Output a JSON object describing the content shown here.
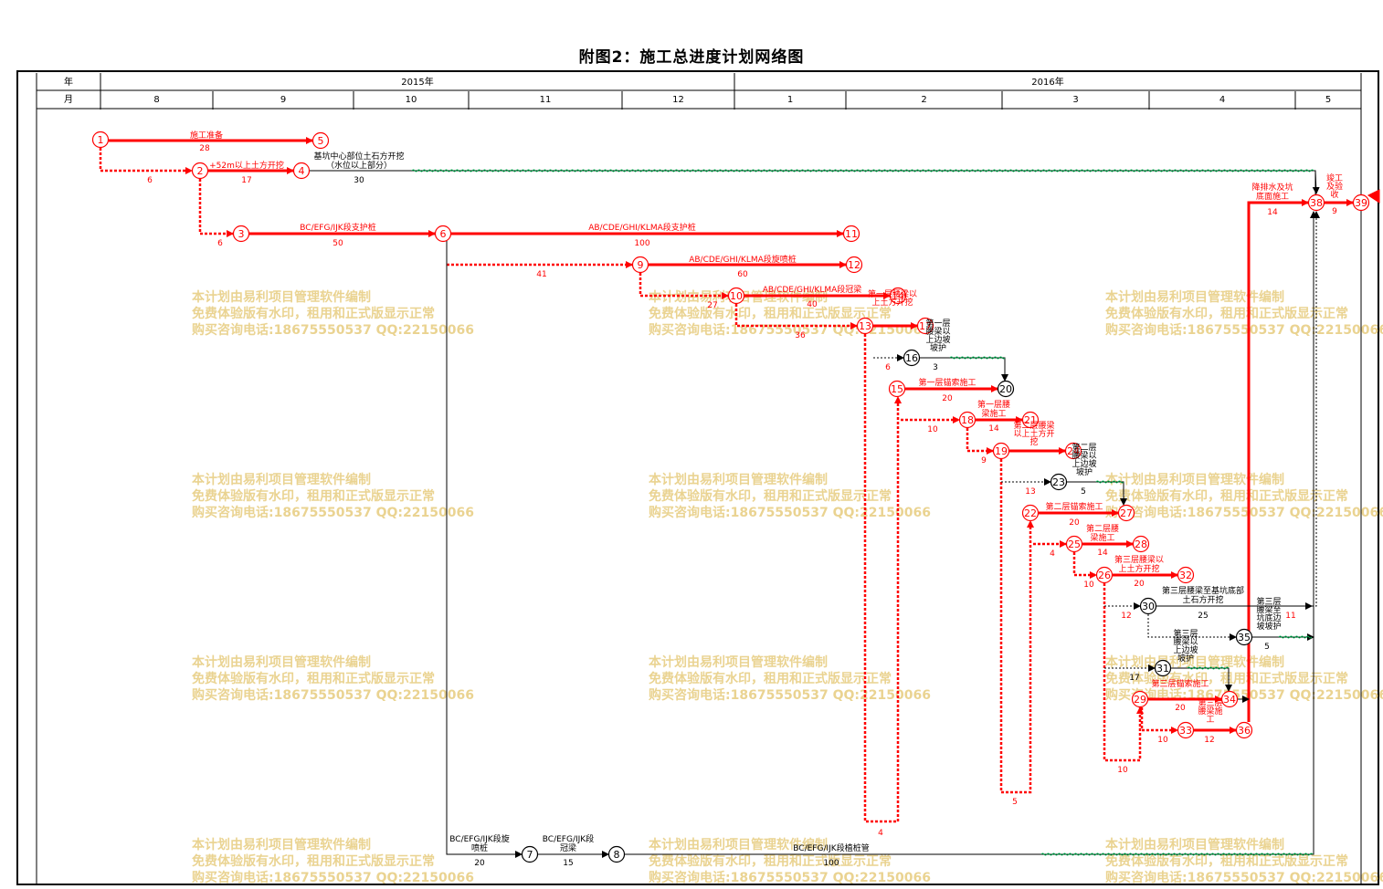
{
  "title": "附图2：施工总进度计划网络图",
  "header": {
    "year_label": "年",
    "month_label": "月",
    "years": [
      "2015年",
      "2016年"
    ],
    "months": [
      "8",
      "9",
      "10",
      "11",
      "12",
      "1",
      "2",
      "3",
      "4",
      "5"
    ]
  },
  "watermark": [
    "本计划由易利项目管理软件编制",
    "免费体验版有水印，租用和正式版显示正常",
    "购买咨询电话:18675550537 QQ:22150066"
  ],
  "nodes": [
    "1",
    "2",
    "3",
    "4",
    "5",
    "6",
    "7",
    "8",
    "9",
    "10",
    "11",
    "12",
    "13",
    "14",
    "15",
    "16",
    "17",
    "18",
    "19",
    "20",
    "21",
    "22",
    "23",
    "24",
    "25",
    "26",
    "27",
    "28",
    "29",
    "30",
    "31",
    "32",
    "33",
    "34",
    "35",
    "36",
    "38",
    "39"
  ],
  "tasks": [
    {
      "name": "施工准备",
      "duration": "28"
    },
    {
      "name": "+52m以上土方开挖",
      "duration": "17"
    },
    {
      "name": "基坑中心部位土石方开挖",
      "sub": "（水位以上部分）",
      "duration": "30"
    },
    {
      "name": "BC/EFG/IJK段支护桩",
      "duration": "50"
    },
    {
      "name": "AB/CDE/GHI/KLMA段支护桩",
      "duration": "100"
    },
    {
      "name": "AB/CDE/GHI/KLMA段旋喷桩",
      "duration": "60"
    },
    {
      "name": "AB/CDE/GHI/KLMA段冠梁",
      "duration": "40"
    },
    {
      "name": "BC/EFG/IJK段旋",
      "sub": "喷桩",
      "duration": "20"
    },
    {
      "name": "BC/EFG/IJK段",
      "sub": "冠梁",
      "duration": "15"
    },
    {
      "name": "BC/EFG/IJK段植桩管",
      "duration": "100"
    },
    {
      "name": "第一层锚索施工",
      "duration": "20"
    },
    {
      "name": "第一层腰",
      "sub": "梁施工",
      "duration": "14"
    },
    {
      "name": "第二层锚索施工",
      "duration": "20"
    },
    {
      "name": "第二层腰",
      "sub": "梁施工",
      "duration": "14"
    },
    {
      "name": "第三层腰梁以",
      "sub": "上土方开挖",
      "duration": "20"
    },
    {
      "name": "第三层腰梁至基坑底部",
      "sub": "土石方开挖",
      "duration": "25"
    },
    {
      "name": "第三层锚索施工",
      "duration": "20"
    },
    {
      "name": "降排水及坑",
      "sub": "底面施工",
      "duration": "14"
    },
    {
      "name": "竣工",
      "sub": "及验",
      "sub2": "收",
      "duration": "9"
    }
  ],
  "dummy_durations": [
    "6",
    "6",
    "41",
    "27",
    "36",
    "6",
    "3",
    "10",
    "9",
    "13",
    "5",
    "4",
    "5",
    "10",
    "4",
    "12",
    "11",
    "5",
    "10",
    "10",
    "12",
    "17"
  ],
  "extra_labels": {
    "first_beam_excav": [
      "第一层腰梁以",
      "上土方开挖"
    ],
    "second_beam_excav": [
      "第二层腰梁",
      "以上土方开",
      "挖"
    ],
    "slope_1": [
      "第一层",
      "腰梁以",
      "上边坡",
      "坡护"
    ],
    "slope_2": [
      "第二层",
      "腰梁以",
      "上边坡",
      "坡护"
    ],
    "slope_3": [
      "第三层",
      "腰梁以",
      "上边坡",
      "坡护"
    ],
    "slope_4": [
      "第三层",
      "腰梁至",
      "坑底边",
      "坡坡护"
    ],
    "beam_3": [
      "第三层",
      "腰梁施",
      "工"
    ]
  },
  "colors": {
    "critical": "#ff0000",
    "normal": "#000000",
    "free_float": "#00b050",
    "watermark": "#e8cf86"
  }
}
